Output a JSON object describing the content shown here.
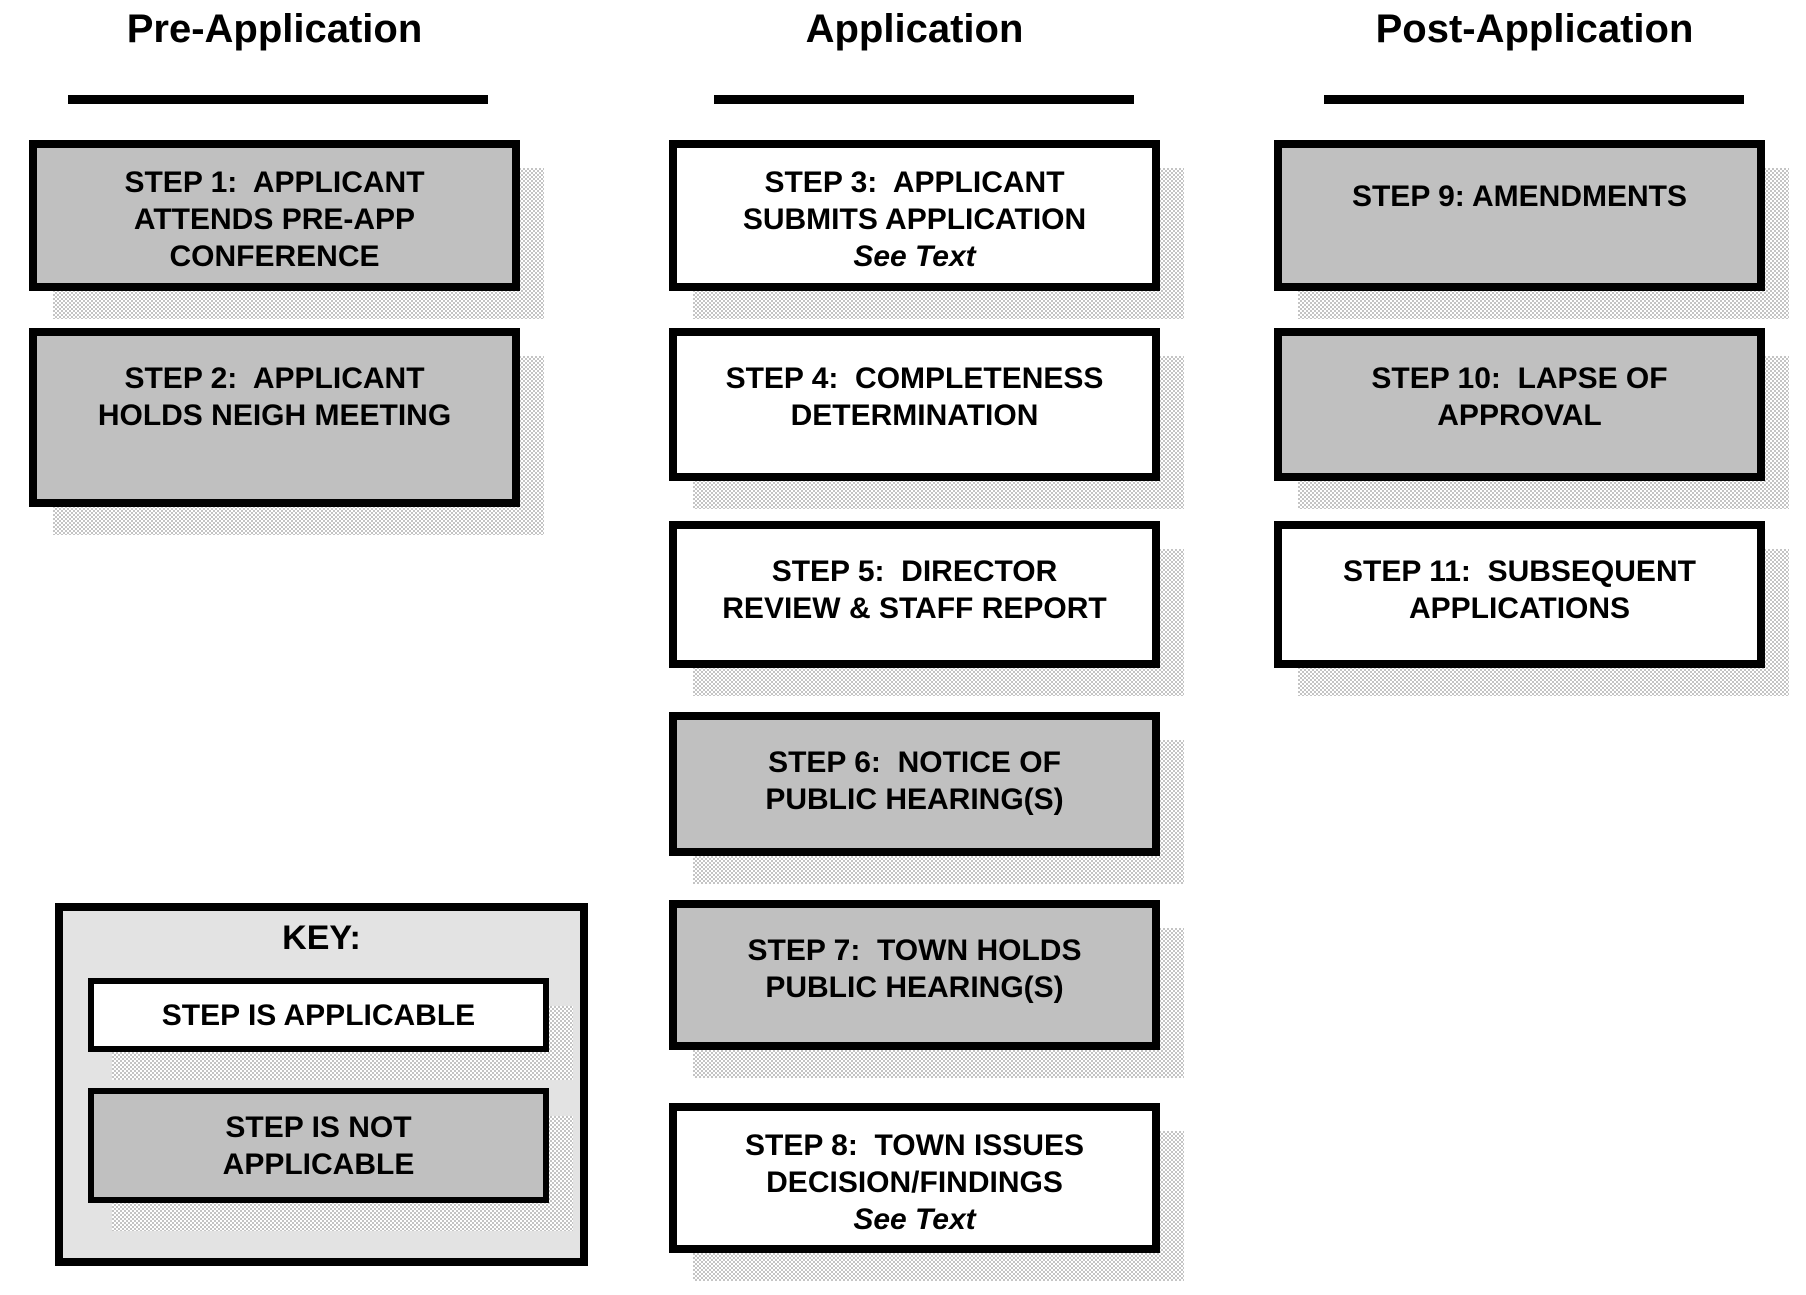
{
  "columns": [
    {
      "title": "Pre-Application"
    },
    {
      "title": "Application"
    },
    {
      "title": "Post-Application"
    }
  ],
  "steps": [
    {
      "number": 1,
      "column": "Pre-Application",
      "applicable": false,
      "lines": [
        "STEP 1:  APPLICANT",
        "ATTENDS PRE-APP",
        "CONFERENCE"
      ]
    },
    {
      "number": 2,
      "column": "Pre-Application",
      "applicable": false,
      "lines": [
        "STEP 2:  APPLICANT",
        "HOLDS NEIGH MEETING"
      ]
    },
    {
      "number": 3,
      "column": "Application",
      "applicable": true,
      "lines": [
        "STEP 3:  APPLICANT",
        "SUBMITS APPLICATION"
      ],
      "note": "See Text"
    },
    {
      "number": 4,
      "column": "Application",
      "applicable": true,
      "lines": [
        "STEP 4:  COMPLETENESS",
        "DETERMINATION"
      ]
    },
    {
      "number": 5,
      "column": "Application",
      "applicable": true,
      "lines": [
        "STEP 5:  DIRECTOR",
        "REVIEW & STAFF REPORT"
      ]
    },
    {
      "number": 6,
      "column": "Application",
      "applicable": false,
      "lines": [
        "STEP 6:  NOTICE OF",
        "PUBLIC HEARING(S)"
      ]
    },
    {
      "number": 7,
      "column": "Application",
      "applicable": false,
      "lines": [
        "STEP 7:  TOWN HOLDS",
        "PUBLIC HEARING(S)"
      ]
    },
    {
      "number": 8,
      "column": "Application",
      "applicable": true,
      "lines": [
        "STEP 8:  TOWN ISSUES",
        "DECISION/FINDINGS"
      ],
      "note": "See Text"
    },
    {
      "number": 9,
      "column": "Post-Application",
      "applicable": false,
      "lines": [
        "STEP 9: AMENDMENTS"
      ]
    },
    {
      "number": 10,
      "column": "Post-Application",
      "applicable": false,
      "lines": [
        "STEP 10:  LAPSE OF",
        "APPROVAL"
      ]
    },
    {
      "number": 11,
      "column": "Post-Application",
      "applicable": true,
      "lines": [
        "STEP 11:  SUBSEQUENT",
        "APPLICATIONS"
      ]
    }
  ],
  "key": {
    "title": "KEY:",
    "applicable_item": {
      "lines": [
        "STEP IS APPLICABLE"
      ],
      "applicable": true
    },
    "not_applicable_item": {
      "lines": [
        "STEP IS NOT",
        "APPLICABLE"
      ],
      "applicable": false
    }
  },
  "colors": {
    "applicable_fill": "#ffffff",
    "not_applicable_fill": "#c0c0c0",
    "key_panel_fill": "#e3e3e3",
    "border": "#000000",
    "shadow": "#c4c4c4",
    "text": "#000000"
  }
}
